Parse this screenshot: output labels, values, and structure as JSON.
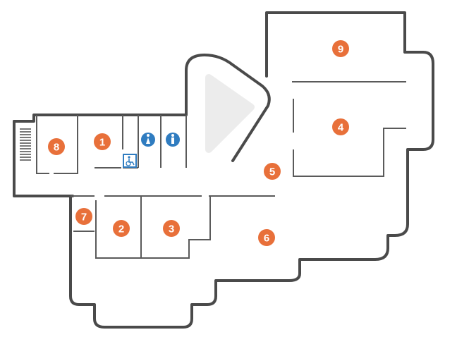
{
  "floor_map": {
    "colors": {
      "wall": "#4a4a4a",
      "room_marker": "#e8703a",
      "restroom_marker": "#2f7cc0",
      "stage": "#ececec",
      "background": "#ffffff"
    },
    "rooms": [
      {
        "label": "1"
      },
      {
        "label": "2"
      },
      {
        "label": "3"
      },
      {
        "label": "4"
      },
      {
        "label": "5"
      },
      {
        "label": "6"
      },
      {
        "label": "7"
      },
      {
        "label": "8"
      },
      {
        "label": "9"
      }
    ],
    "restrooms": [
      {
        "icon": "female-restroom-icon"
      },
      {
        "icon": "male-restroom-icon"
      }
    ],
    "accessible_icon": "wheelchair-accessible-icon"
  }
}
